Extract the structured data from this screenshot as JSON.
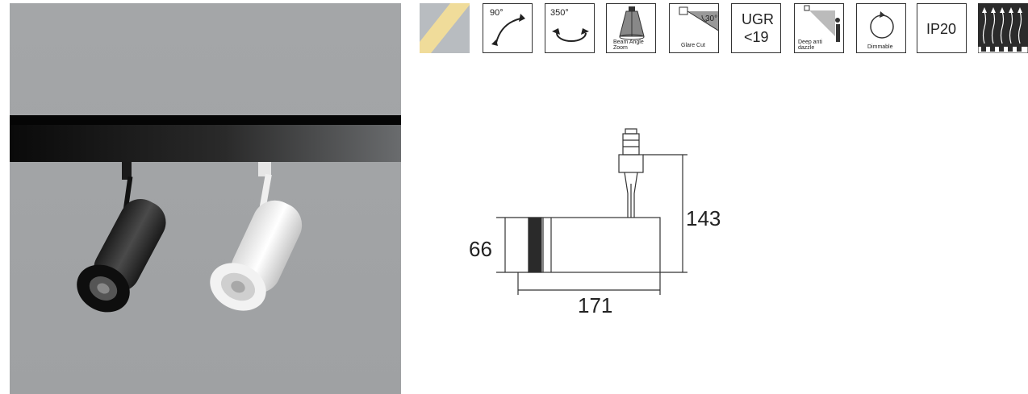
{
  "icons": [
    {
      "icon": "warm-light-icon"
    },
    {
      "icon": "tilt-icon",
      "label": "90°"
    },
    {
      "icon": "rotate-icon",
      "label": "350°"
    },
    {
      "icon": "beam-angle-zoom-icon",
      "label": "Beam Angle\nZoom"
    },
    {
      "icon": "glare-cut-icon",
      "label": "Glare Cut",
      "angle": "30°"
    },
    {
      "icon": "ugr-icon",
      "label_line1": "UGR",
      "label_line2": "<19"
    },
    {
      "icon": "deep-anti-dazzle-icon",
      "label": "Deep anti\ndazzle"
    },
    {
      "icon": "dimmable-icon",
      "label": "Dimmable"
    },
    {
      "icon": "ip-rating-icon",
      "label": "IP20"
    },
    {
      "icon": "heat-dissipation-icon"
    }
  ],
  "dimensions": {
    "height_total": "143",
    "diameter": "66",
    "length": "171"
  }
}
